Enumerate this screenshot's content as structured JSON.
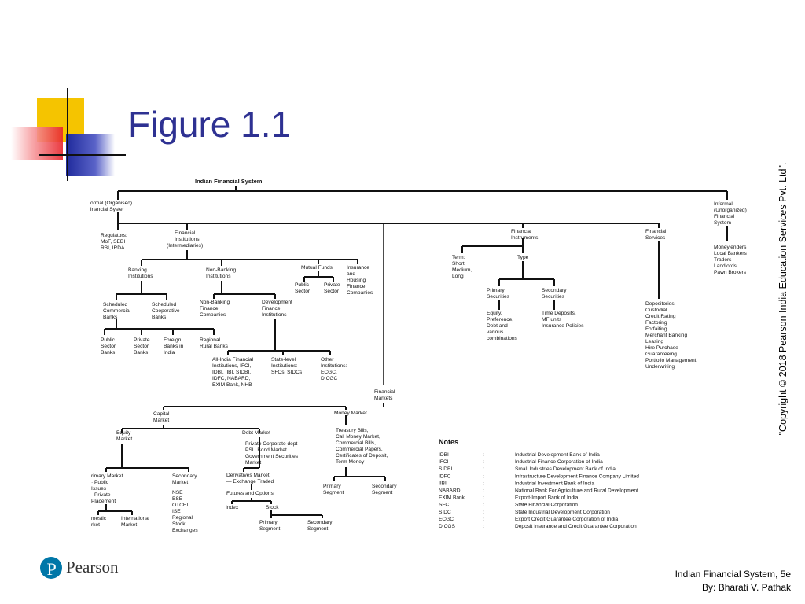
{
  "slide": {
    "title": "Figure 1.1",
    "copyright": "\"Copyright © 2018 Pearson India Education Services Pvt. Ltd\".",
    "brand": "Pearson",
    "footer_line1": "Indian Financial System, 5e",
    "footer_line2": "By: Bharati  V. Pathak",
    "colors": {
      "title": "#2e3192",
      "deco_yellow": "#f5c400",
      "deco_red": "#e8242b",
      "deco_blue": "#1f2a9c",
      "logo": "#0077a8"
    }
  },
  "diagram": {
    "root": "Indian Financial System",
    "formal": [
      "ormal (Organised)",
      "inancial Syster"
    ],
    "informal": [
      "Informal",
      "(Unorganized)",
      "Financial",
      "System"
    ],
    "regulators": [
      "Regulators:",
      "MoF, SEBI",
      "RBI, IRDA"
    ],
    "fin_inst": [
      "Financial",
      "Institutions",
      "(Intermediaries)"
    ],
    "fin_instruments": [
      "Financial",
      "Instruments"
    ],
    "fin_services": [
      "Financial",
      "Services"
    ],
    "moneylenders": [
      "Moneylenders",
      "Local Bankers",
      "Traders",
      "Landlords",
      "Pawn Brokers"
    ],
    "banking": [
      "Banking",
      "Institutions"
    ],
    "nonbanking": [
      "Non-Banking",
      "Institutions"
    ],
    "mutual_funds": [
      "Mutual Funds"
    ],
    "insurance": [
      "Insurance",
      "and",
      "Housing",
      "Finance",
      "Companies"
    ],
    "scheduled_comm": [
      "Scheduled",
      "Commercial",
      "Banks"
    ],
    "scheduled_coop": [
      "Scheduled",
      "Cooperative",
      "Banks"
    ],
    "nbfc": [
      "Non-Banking",
      "Finance",
      "Companies"
    ],
    "dev_fin": [
      "Development",
      "Finance",
      "Institutions"
    ],
    "public_sector": [
      "Public",
      "Sector"
    ],
    "private_sector": [
      "Private",
      "Sector"
    ],
    "public_banks": [
      "Public",
      "Sector",
      "Banks"
    ],
    "private_banks": [
      "Private",
      "Sector",
      "Banks"
    ],
    "foreign_banks": [
      "Foreign",
      "Banks in",
      "India"
    ],
    "regional_banks": [
      "Regional",
      "Rural Banks"
    ],
    "all_india": [
      "All-India Financial",
      "Institutions, IFCI,",
      "IDBI, IIBI, SIDBI,",
      "IDFC, NABARD,",
      "EXIM Bank, NHB"
    ],
    "state_level": [
      "State-level",
      "Institutions:",
      "SFCs, SIDCs"
    ],
    "other_inst": [
      "Other",
      "Institutions:",
      "ECGC,",
      "DICGC"
    ],
    "term": [
      "Term:",
      "Short",
      "Medium,",
      "Long"
    ],
    "type": [
      "Type"
    ],
    "primary_sec": [
      "Primary",
      "Securities"
    ],
    "secondary_sec": [
      "Secondary",
      "Securities"
    ],
    "equity_pref": [
      "Equity,",
      "Preference,",
      "Debt and",
      "various",
      "combinations"
    ],
    "time_deposits": [
      "Time Deposits,",
      "MF units",
      "Insurance Policies"
    ],
    "services_list": [
      "Depositories",
      "Custodial",
      "Credit Rating",
      "Factoring",
      "Forfaiting",
      "Merchant Banking",
      "Leasing",
      "Hire Purchase",
      "Guaranteeing",
      "Portfolio Management",
      "Underwriting"
    ],
    "fin_markets": [
      "Financial",
      "Markets"
    ],
    "capital_market": [
      "Capital",
      "Market"
    ],
    "money_market": [
      "Money Market"
    ],
    "money_list": [
      "Treasury Bills,",
      "Call Money Market,",
      "Commercial Bills,",
      "Commercial Papers,",
      "Certificates of Deposit,",
      "Term Money"
    ],
    "mm_primary": [
      "Primary",
      "Segment"
    ],
    "mm_secondary": [
      "Secondary",
      "Segment"
    ],
    "equity_market": [
      "Equity",
      "Market"
    ],
    "debt_market": [
      "Debt Market"
    ],
    "debt_list": [
      "Private Corporate dept",
      "PSU Bond Market",
      "Government Securities",
      "Market"
    ],
    "primary_market": [
      "rimary Market",
      "· Public",
      "  Issues",
      "· Private",
      "  Placement"
    ],
    "secondary_market": [
      "Secondary",
      "Market",
      "NSE",
      "BSE",
      "OTCEI",
      "ISE",
      "Regional",
      "Stock",
      "Exchanges"
    ],
    "derivatives": [
      "Derivatives Market",
      "— Exchange Traded"
    ],
    "futures": [
      "Futures and Options"
    ],
    "index": [
      "Index"
    ],
    "stock": [
      "Stock"
    ],
    "domestic": [
      "mestic",
      "rket"
    ],
    "international": [
      "International",
      "Market"
    ],
    "deriv_primary": [
      "Primary",
      "Segment"
    ],
    "deriv_secondary": [
      "Secondary",
      "Segment"
    ]
  },
  "notes": {
    "title": "Notes",
    "rows": [
      {
        "abbr": "IDBI",
        "sep": ":",
        "full": "Industrial Development Bank of India"
      },
      {
        "abbr": "IFCI",
        "sep": ":",
        "full": "Industrial Finance Corporation of India"
      },
      {
        "abbr": "SIDBI",
        "sep": ":",
        "full": "Small Industries Development Bank of India"
      },
      {
        "abbr": "IDFC",
        "sep": ":",
        "full": "Infrastructure Development Finance Company Limited"
      },
      {
        "abbr": "IIBI",
        "sep": ":",
        "full": "Industrial Investment Bank of India"
      },
      {
        "abbr": "NABARD",
        "sep": ":",
        "full": "National Bank For Agriculture and Rural Development"
      },
      {
        "abbr": "EXIM Bank",
        "sep": ":",
        "full": "Export-Import Bank of India"
      },
      {
        "abbr": "SFC",
        "sep": ":",
        "full": "State Financial Corporation"
      },
      {
        "abbr": "SIDC",
        "sep": ":",
        "full": "State Industrial Development Corporation"
      },
      {
        "abbr": "ECGC",
        "sep": ":",
        "full": "Export Credit Guarantee Corporation of India"
      },
      {
        "abbr": "DICGS",
        "sep": ":",
        "full": "Deposit Insurance and Credit Guarantee Corporation"
      }
    ]
  }
}
